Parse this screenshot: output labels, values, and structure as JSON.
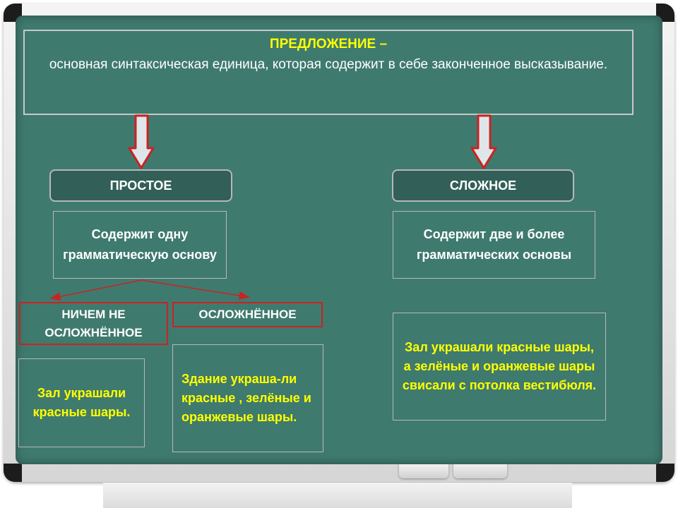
{
  "definition": {
    "title": "ПРЕДЛОЖЕНИЕ –",
    "text": "основная синтаксическая единица, которая содержит в себе законченное высказывание."
  },
  "simple": {
    "label": "ПРОСТОЕ",
    "description": "Содержит одну грамматическую основу",
    "uncomplicated": {
      "label": "НИЧЕМ НЕ ОСЛОЖНЁННОЕ",
      "example": "Зал украшали красные шары."
    },
    "complicated": {
      "label": "ОСЛОЖНЁННОЕ",
      "example": "Здание украша-ли красные , зелёные и оранжевые шары."
    }
  },
  "complex": {
    "label": "СЛОЖНОЕ",
    "description": "Содержит две и более грамматических основы",
    "example": "Зал украшали красные шары, а зелёные и оранжевые шары свисали с потолка вестибюля."
  },
  "colors": {
    "board": "#3f7a6f",
    "highlight_text": "#ffff00",
    "arrow_outline": "#cc2222",
    "arrow_fill": "#dfe6ea"
  }
}
